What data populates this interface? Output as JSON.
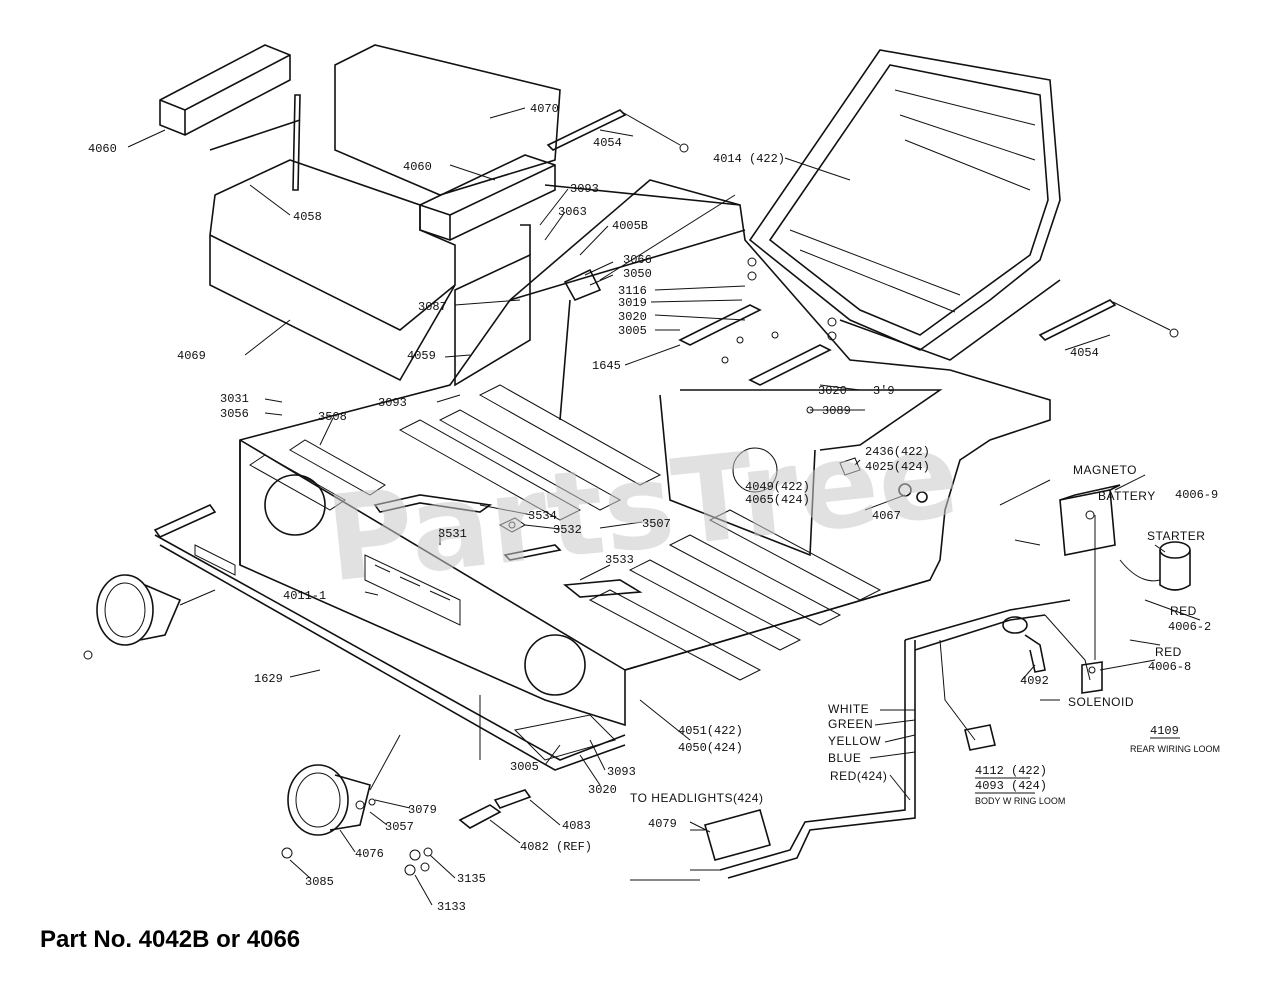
{
  "watermark": "PartsTree",
  "part_labels": {
    "p4060a": "4060",
    "p4070": "4070",
    "p4054a": "4054",
    "p4014": "4014 (422)",
    "p4060b": "4060",
    "p3093a": "3093",
    "p4058": "4058",
    "p3063": "3063",
    "p4005b": "4005B",
    "p3066": "3066",
    "p3050": "3050",
    "p3116": "3116",
    "p3019a": "3019",
    "p3020a": "3020",
    "p3005a": "3005",
    "p3087": "3087",
    "p4069": "4069",
    "p4059": "4059",
    "p1645": "1645",
    "p4054b": "4054",
    "p3093b": "3093",
    "p3031": "3031",
    "p3056": "3056",
    "p3508": "3508",
    "p3020b": "3020",
    "p3019b": "3'9",
    "p3089": "3089",
    "p2436": "2436(422)",
    "p4025": "4025(424)",
    "p4049": "4049(422)",
    "p4065": "4065(424)",
    "p4067": "4067",
    "p3534": "3534",
    "p3532": "3532",
    "p3507": "3507",
    "p3531": "3531",
    "p3533": "3533",
    "p4011": "4011-1",
    "p1629": "1629",
    "p4051": "4051(422)",
    "p4050": "4050(424)",
    "p3005b": "3005",
    "p3093c": "3093",
    "p3020c": "3020",
    "p3079": "3079",
    "p3057": "3057",
    "p4083": "4083",
    "p4076": "4076",
    "p4082": "4082 (REF)",
    "p3085": "3085",
    "p3135": "3135",
    "p3133": "3133",
    "p4079": "4079",
    "p4092": "4092"
  },
  "wiring_labels": {
    "magneto": "MAGNETO",
    "battery": "BATTERY",
    "p4006_9": "4006-9",
    "starter": "STARTER",
    "red_top": "RED",
    "p4006_2": "4006-2",
    "red_mid": "RED",
    "p4006_8": "4006-8",
    "solenoid": "SOLENOID",
    "white": "WHITE",
    "green": "GREEN",
    "yellow": "YELLOW",
    "blue": "BLUE",
    "red424": "RED(424)",
    "to_headlights": "TO HEADLIGHTS(424)",
    "p4112": "4112 (422)",
    "p4093": "4093 (424)",
    "body_loom": "BODY W RING LOOM",
    "p4109": "4109",
    "rear_loom": "REAR WIRING LOOM"
  },
  "caption": "Part No. 4042B or 4066"
}
